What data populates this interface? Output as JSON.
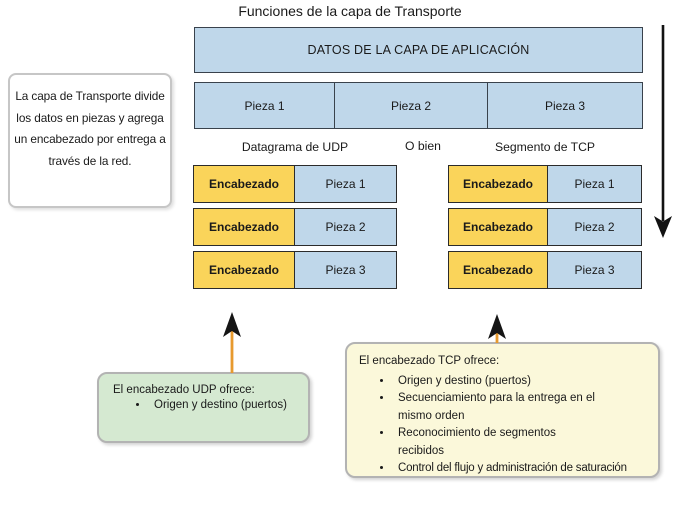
{
  "title": "Funciones de la capa de Transporte",
  "app_data_label": "DATOS DE LA CAPA DE APLICACIÓN",
  "pieces": [
    "Pieza 1",
    "Pieza 2",
    "Pieza 3"
  ],
  "note_left": "La capa de Transporte divide los datos en piezas y agrega un encabezado por entrega a través de la red.",
  "labels": {
    "udp": "Datagrama de UDP",
    "or": "O bien",
    "tcp": "Segmento de TCP"
  },
  "udp_rows": [
    {
      "header": "Encabezado",
      "piece": "Pieza 1"
    },
    {
      "header": "Encabezado",
      "piece": "Pieza 2"
    },
    {
      "header": "Encabezado",
      "piece": "Pieza 3"
    }
  ],
  "tcp_rows": [
    {
      "header": "Encabezado",
      "piece": "Pieza 1"
    },
    {
      "header": "Encabezado",
      "piece": "Pieza 2"
    },
    {
      "header": "Encabezado",
      "piece": "Pieza 3"
    }
  ],
  "udp_note": {
    "title": "El encabezado UDP ofrece:",
    "bullets": [
      "Origen y destino (puertos)"
    ]
  },
  "tcp_note": {
    "title": "El encabezado TCP ofrece:",
    "bullets": [
      "Origen y destino (puertos)",
      "Secuenciamiento para la entrega en el mismo orden",
      "Reconocimiento de segmentos recibidos",
      "Control del flujo y administración de saturación"
    ]
  },
  "colors": {
    "blue": "#bfd7ea",
    "yellow": "#fad45a",
    "green": "#d5e9d1",
    "cream": "#fbf8da",
    "orange": "#e79a2e",
    "ink": "#1a1a1a"
  }
}
